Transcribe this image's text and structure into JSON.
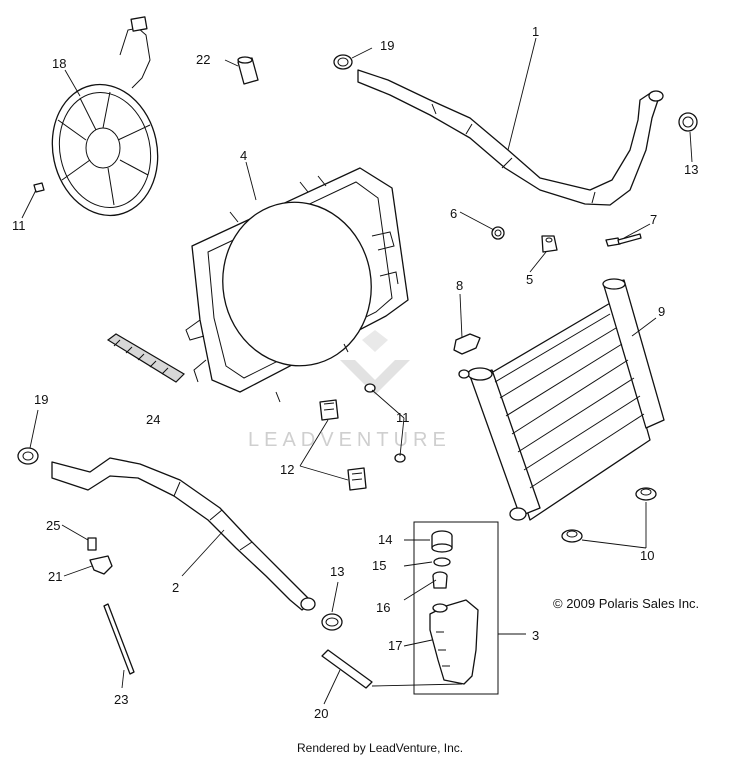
{
  "callouts": {
    "c1": "1",
    "c2": "2",
    "c3": "3",
    "c4": "4",
    "c5": "5",
    "c6": "6",
    "c7": "7",
    "c8": "8",
    "c9": "9",
    "c10": "10",
    "c11a": "11",
    "c11b": "11",
    "c12": "12",
    "c13a": "13",
    "c13b": "13",
    "c14": "14",
    "c15": "15",
    "c16": "16",
    "c17": "17",
    "c18": "18",
    "c19a": "19",
    "c19b": "19",
    "c20": "20",
    "c21": "21",
    "c22": "22",
    "c23": "23",
    "c24": "24",
    "c25": "25"
  },
  "copyright": "© 2009 Polaris Sales Inc.",
  "watermark": "LEADVENTURE",
  "footer": "Rendered by LeadVenture, Inc."
}
